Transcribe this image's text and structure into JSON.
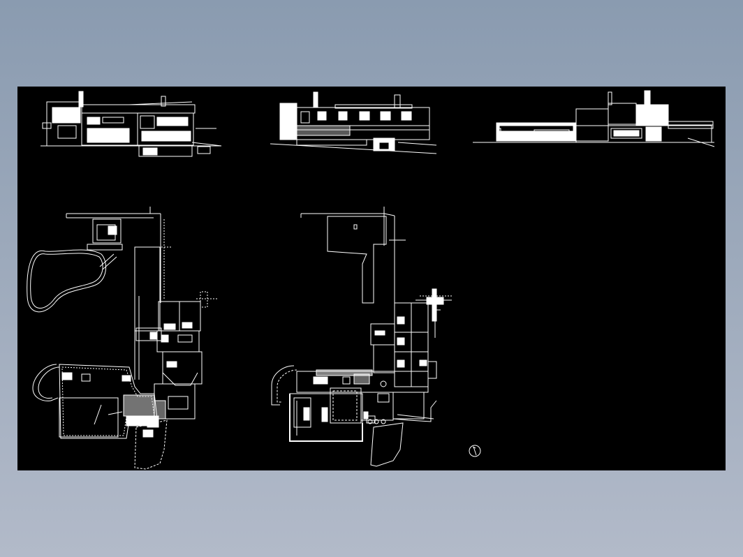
{
  "viewer": {
    "title": "",
    "sheet_color": "#000000",
    "line_color": "#ffffff",
    "backdrop_colors": [
      "#8a9bb0",
      "#b2bac9"
    ]
  },
  "drawing": {
    "elevations": [
      {
        "id": "elevation-left"
      },
      {
        "id": "elevation-center"
      },
      {
        "id": "elevation-right"
      }
    ],
    "plans": [
      {
        "id": "plan-ground-floor"
      },
      {
        "id": "plan-upper-floor"
      }
    ],
    "north_arrow": {
      "icon": "north-arrow-icon"
    }
  }
}
